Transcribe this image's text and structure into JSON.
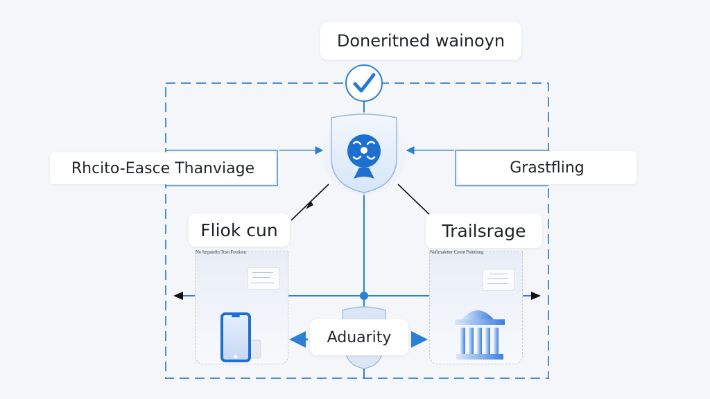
{
  "title": "Doneritned wainoyn",
  "nodes": {
    "left": {
      "label": "Rhcito-Easce Thanviage"
    },
    "right": {
      "label": "Grastfling"
    },
    "center": {
      "icon": "network-globe-icon"
    },
    "top": {
      "icon": "checkmark-icon"
    }
  },
  "panels": {
    "left": {
      "title": "Fliok cun",
      "caption": "No Impatelin Tosn Foutionc",
      "icon": "smartphone-icon"
    },
    "right": {
      "title": "Trailsrage",
      "caption": "Nafimaletter Count Paintinng",
      "icon": "bank-building-icon"
    }
  },
  "bottom": {
    "label": "Aduarity"
  },
  "colors": {
    "accent": "#2b7fd4",
    "dashed_frame": "#4a90d0",
    "background": "#f4f6f9",
    "text": "#1f2328"
  }
}
